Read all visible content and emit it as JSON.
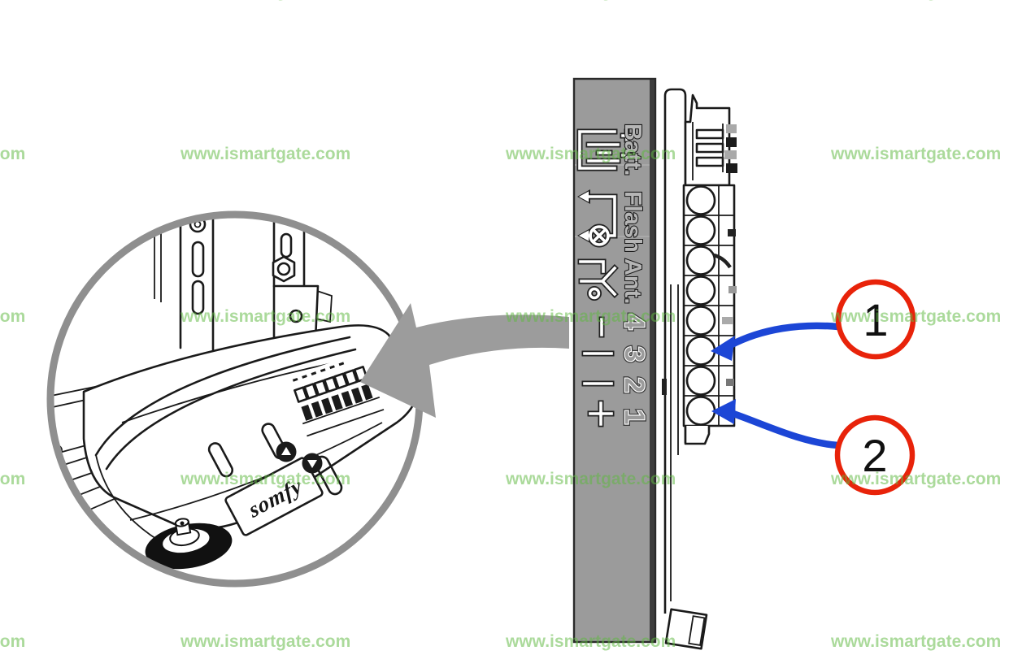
{
  "figure": {
    "type": "wiring-instruction-diagram",
    "description_visible_elements": "circular inset of garage opener head, gray terminal label panel, side view of terminal block with 8 screw terminals, two numbered callouts with arrows"
  },
  "watermark": {
    "text": "www.ismartgate.com",
    "color": "#5fb941",
    "opacity": 0.52,
    "rows": [
      -10,
      190,
      390,
      590,
      790
    ],
    "cols": [
      -178,
      222,
      622,
      1022
    ]
  },
  "panel": {
    "color": "#9b9b9b",
    "labels": [
      "Batt.",
      "Flash",
      "Ant."
    ],
    "terminals": [
      "4",
      "3",
      "2",
      "1"
    ],
    "symbol_icons": [
      "battery-icon",
      "flash-lamp-icon",
      "antenna-icon",
      "minus-symbol",
      "contact-bar-symbol",
      "contact-bar-symbol",
      "plus-symbol"
    ]
  },
  "terminal_block": {
    "screw_terminal_count": 8
  },
  "callouts": [
    {
      "label": "1",
      "target_screw_terminal_index": 6
    },
    {
      "label": "2",
      "target_screw_terminal_index": 8
    }
  ],
  "inset": {
    "device_label": "somfy"
  },
  "colors": {
    "panel_gray": "#9b9b9b",
    "watermark_green": "#5fb941",
    "callout_red": "#e8230a",
    "arrow_blue": "#1c46d6",
    "inset_ring_gray": "#8f8f8f",
    "block_arrow_gray": "#9c9c9c",
    "line_art": "#1a1a1a"
  }
}
